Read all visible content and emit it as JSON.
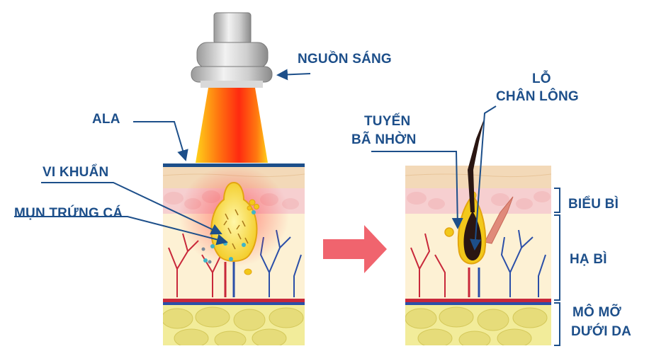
{
  "labels": {
    "light_source": "NGUỒN SÁNG",
    "ala": "ALA",
    "bacteria": "VI KHUẨN",
    "acne": "MỤN TRỨNG CÁ",
    "sebaceous_line1": "TUYẾN",
    "sebaceous_line2": "BÃ NHỜN",
    "pore_line1": "LỖ",
    "pore_line2": "CHÂN LÔNG",
    "epidermis": "BIỂU BÌ",
    "dermis": "HẠ BÌ",
    "subcutaneous_line1": "MÔ MỠ",
    "subcutaneous_line2": "DƯỚI DA"
  },
  "colors": {
    "label_text": "#1d4f8a",
    "arrow": "#f0646e",
    "skin_top": "#f3d9b8",
    "epidermis": "#f6cfd0",
    "dermis": "#fdf1d4",
    "fat": "#e6dc7a",
    "light_beam": "#ff6a1a",
    "ala_layer": "#1d4f8a"
  }
}
